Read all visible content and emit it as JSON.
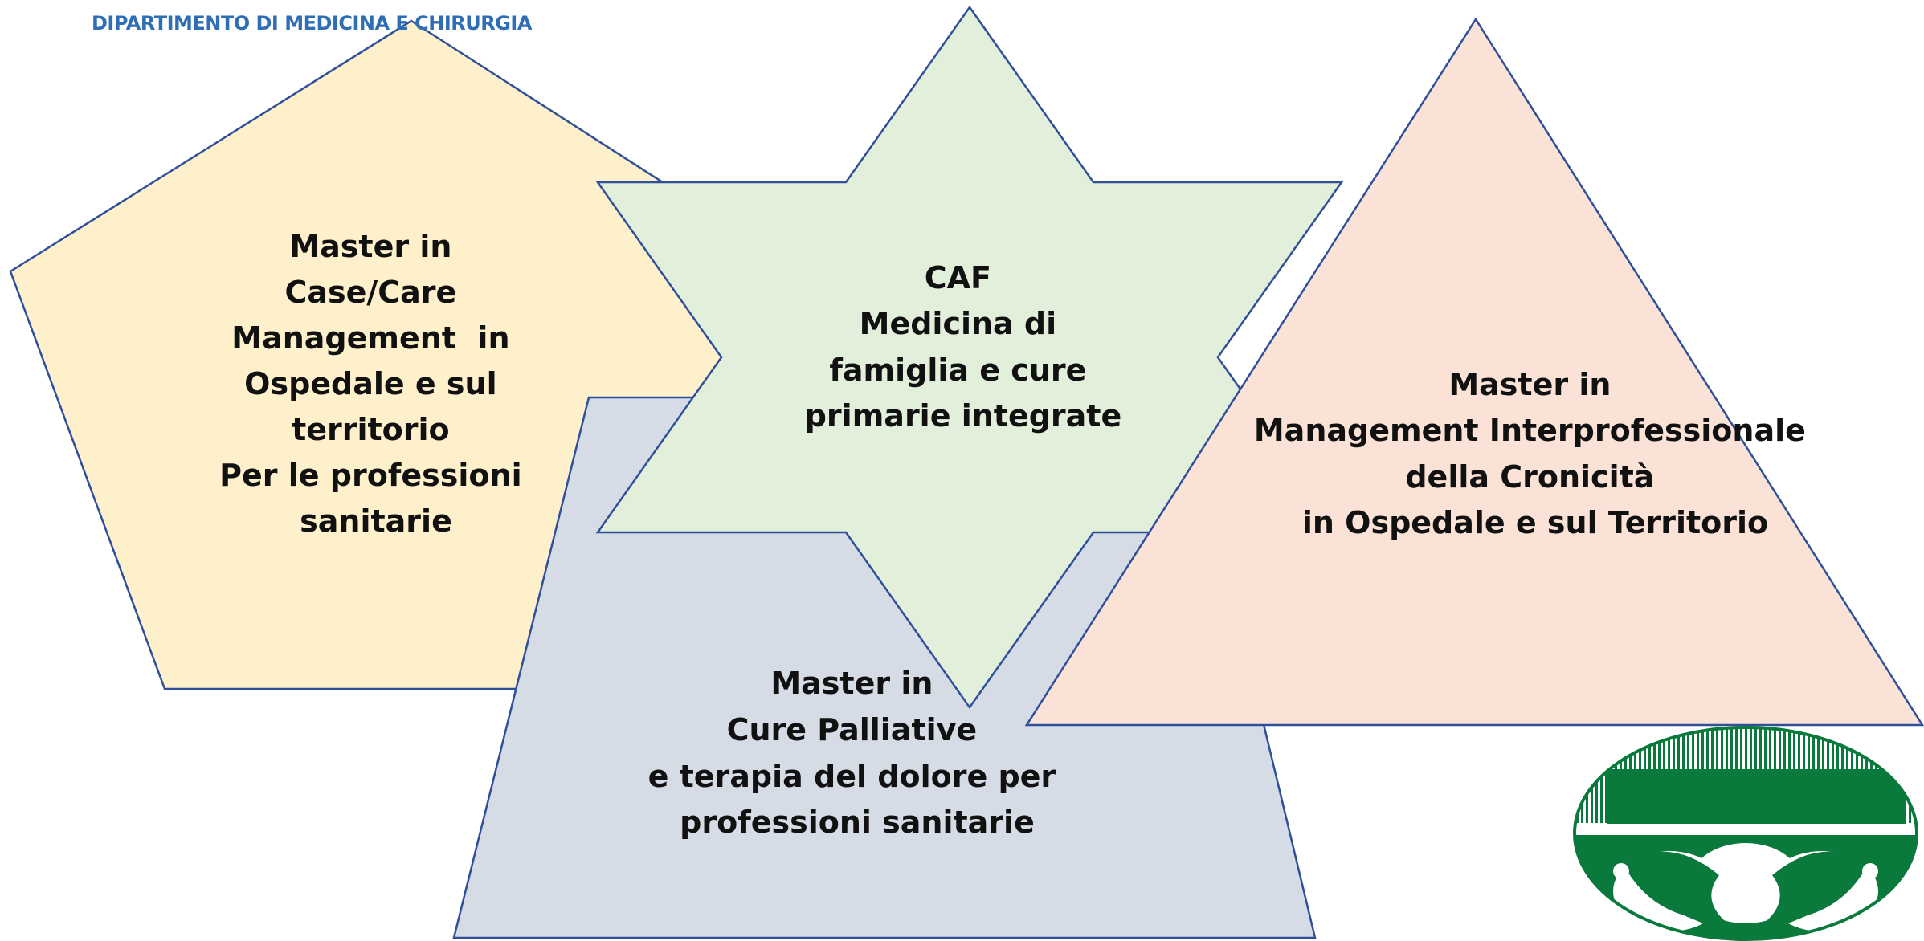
{
  "header": {
    "text": "DIPARTIMENTO DI MEDICINA E CHIRURGIA"
  },
  "colors": {
    "header_text": "#2f6db5",
    "outline": "#2f4f9a",
    "pentagon_fill": "#fff0cc",
    "trapezoid_fill": "#d6dce6",
    "star_fill": "#e2efda",
    "triangle_fill": "#fae3d6",
    "logo_green": "#0a7a3c"
  },
  "shapes": {
    "pentagon": {
      "lines": [
        "Master in",
        "Case/Care",
        "Management  in",
        "Ospedale e sul",
        "territorio",
        "Per le professioni",
        "sanitarie"
      ]
    },
    "trapezoid": {
      "lines": [
        "Master in",
        "Cure Palliative",
        "e terapia del dolore per",
        "professioni sanitarie"
      ]
    },
    "star": {
      "lines": [
        "CAF",
        "Medicina di",
        "famiglia e cure",
        "primarie integrate"
      ]
    },
    "triangle": {
      "lines": [
        "Master in",
        "Management Interprofessionale",
        "della Cronicità",
        "in Ospedale e sul Territorio"
      ]
    }
  },
  "logo": {
    "icon": "university-seal-icon"
  }
}
